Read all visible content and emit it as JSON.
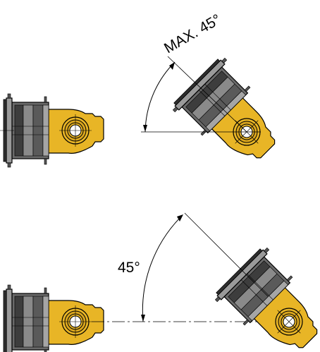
{
  "annotations": {
    "top_angle_label": "MAX. 45°",
    "bottom_angle_label": "45°"
  },
  "colors": {
    "brass": "#e8b526",
    "brass_dark": "#b88910",
    "body_dark": "#4a4a4a",
    "body_mid": "#7a7a7a",
    "body_light": "#a8a8a8",
    "line": "#000000"
  },
  "icons": [
    "fitting-straight",
    "fitting-rotated",
    "angle-arc",
    "centerline"
  ]
}
